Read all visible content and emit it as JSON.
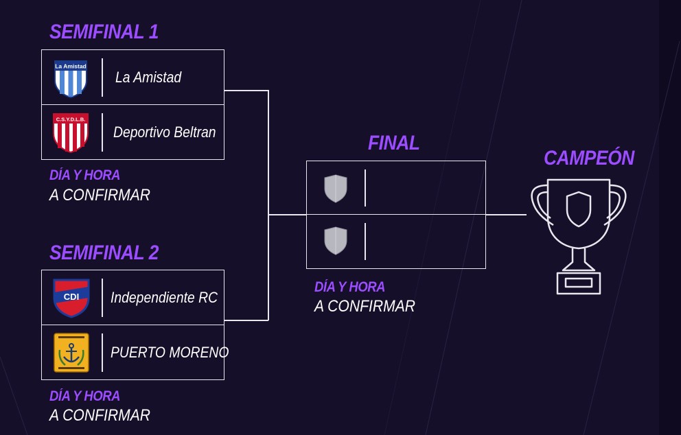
{
  "semifinal1": {
    "title": "SEMIFINAL 1",
    "team1": "La Amistad",
    "team2": "Deportivo Beltran",
    "date_label": "DÍA Y HORA",
    "date_value": "A CONFIRMAR",
    "crest1_text": "La Amistad",
    "crest2_text": "C.S.Y.D.L.B."
  },
  "semifinal2": {
    "title": "SEMIFINAL 2",
    "team1": "Independiente RC",
    "team2": "PUERTO MORENO",
    "date_label": "DÍA Y HORA",
    "date_value": "A CONFIRMAR",
    "crest1_text": "CDI"
  },
  "final": {
    "title": "FINAL",
    "date_label": "DÍA Y HORA",
    "date_value": "A CONFIRMAR"
  },
  "champion": {
    "title": "CAMPEÓN"
  },
  "colors": {
    "background": "#160f2a",
    "accent": "#9b4dff",
    "lines": "#e8e8ee"
  }
}
